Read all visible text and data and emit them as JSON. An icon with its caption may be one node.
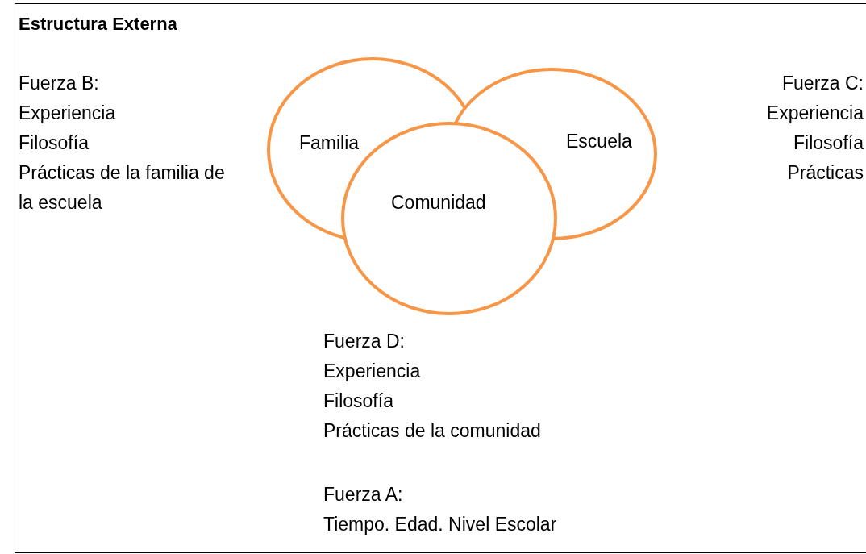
{
  "diagram": {
    "nodes": [
      {
        "text": [
          "Estructura Externa"
        ]
      },
      {
        "text": [
          "Familia"
        ],
        "in": 0
      },
      {
        "text": [
          "Escuela"
        ],
        "in": 0
      },
      {
        "text": [
          "Comunidad"
        ],
        "in": 0
      }
    ],
    "labels": [
      "Fuerza B:",
      "Experiencia",
      "Filosofía",
      "Prácticas de la familia de la escuela",
      "Fuerza C:",
      "Experiencia",
      "Filosofía",
      "Prácticas",
      "Fuerza D:",
      "Experiencia",
      "Filosofía",
      "Prácticas de la comunidad",
      "Fuerza A:",
      "Tiempo. Edad. Nivel Escolar"
    ]
  }
}
